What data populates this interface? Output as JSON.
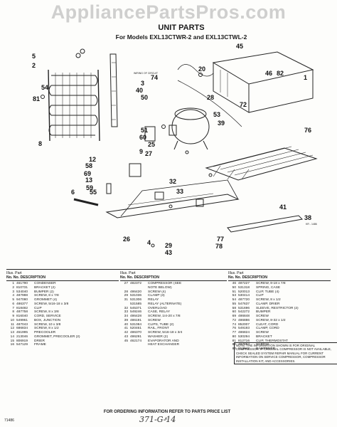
{
  "watermark": "AppliancePartsPros.com",
  "title": "UNIT PARTS",
  "subtitle": "For Models EXL13CTWR-2 and EXL13CTWL-2",
  "diagram": {
    "callouts": [
      "45",
      "5",
      "2",
      "20",
      "46",
      "82",
      "1",
      "74",
      "3",
      "40",
      "54",
      "50",
      "28",
      "72",
      "81",
      "53",
      "39",
      "76",
      "51",
      "60",
      "25",
      "9",
      "8",
      "27",
      "12",
      "58",
      "69",
      "13",
      "59",
      "55",
      "6",
      "32",
      "33",
      "41",
      "38",
      "26",
      "77",
      "78",
      "29",
      "43",
      "42",
      "4"
    ],
    "wiring_label": "WIRING OF CIRCUIT",
    "part_ref": "KR - 1486"
  },
  "table": {
    "header_top": "Illus. Part",
    "header_no": "No.",
    "header_part": "No.",
    "header_desc": "DESCRIPTION",
    "columns": [
      [
        [
          "1",
          "461790",
          "CONDENSER"
        ],
        [
          "2",
          "810731",
          "BRACKET (2)"
        ],
        [
          "3",
          "534040",
          "BUMPER (2)"
        ],
        [
          "4",
          "487988",
          "SCREW, 8 x 7/8"
        ],
        [
          "5",
          "947080",
          "GROMMET (4)"
        ],
        [
          "6",
          "486377",
          "SCREW, 5/16-18 x 3/8"
        ],
        [
          "7",
          "818482",
          "CLIP"
        ],
        [
          "8",
          "487758",
          "SCREW, 8 x 3/8"
        ],
        [
          "9",
          "816040",
          "CORD, SERVICE"
        ],
        [
          "10",
          "549961",
          "BOX, JUNCTION"
        ],
        [
          "11",
          "487043",
          "SCREW, 10 x 3/8"
        ],
        [
          "12",
          "686834",
          "SCREW, 8 x 1/2"
        ],
        [
          "13",
          "451995",
          "PRECOOLER"
        ],
        [
          "14",
          "213046",
          "GROMMET, PRECOOLER (2)"
        ],
        [
          "15",
          "806919",
          "DRIER"
        ],
        [
          "16",
          "547129",
          "FRAME"
        ]
      ],
      [
        [
          "27",
          "482372",
          "COMPRESSOR (SEE"
        ],
        [
          "",
          "",
          "NOTE BELOW)"
        ],
        [
          "28",
          "486420",
          "SCREW (4)"
        ],
        [
          "29",
          "531036",
          "CLAMP (3)"
        ],
        [
          "31",
          "531306",
          "RELAY"
        ],
        [
          "",
          "531585",
          "RELAY (ALTERNATE)"
        ],
        [
          "32",
          "545371",
          "OVERLOAD"
        ],
        [
          "33",
          "549246",
          "CASE, RELAY"
        ],
        [
          "34",
          "486428",
          "SCREW, 1/4-20 x 7/8"
        ],
        [
          "39",
          "486191",
          "SCREW"
        ],
        [
          "40",
          "531084",
          "CLIPS, TUBE (2)"
        ],
        [
          "41",
          "520461",
          "RAIL, FRONT"
        ],
        [
          "42",
          "486370",
          "SCREW, 5/16-18 x 3/4"
        ],
        [
          "43",
          "486291",
          "WASHER (2)"
        ],
        [
          "45",
          "462174",
          "EVAPORATOR AND"
        ],
        [
          "",
          "",
          "HEAT EXCHANGER"
        ]
      ],
      [
        [
          "46",
          "487227",
          "SCREW, 8-18 x 7/8"
        ],
        [
          "50",
          "531318",
          "SPRING, CASE"
        ],
        [
          "51",
          "520013",
          "CLIP, TUBE (4)"
        ],
        [
          "53",
          "530414",
          "CLIP"
        ],
        [
          "54",
          "487720",
          "SCREW, 8 x 1/2"
        ],
        [
          "55",
          "547637",
          "CLAMP, DRIER"
        ],
        [
          "58",
          "531696",
          "SLEEVE, RESTRICTOR (2)"
        ],
        [
          "60",
          "542272",
          "BUMPER"
        ],
        [
          "69",
          "486848",
          "SCREW"
        ],
        [
          "72",
          "486886",
          "SCREW, 8-32 x 1/2"
        ],
        [
          "74",
          "852007",
          "CLEAT, CORD"
        ],
        [
          "76",
          "549193",
          "CLAMP, CORD"
        ],
        [
          "77",
          "486824",
          "SCREW"
        ],
        [
          "80",
          "530294",
          "BRACKET"
        ],
        [
          "81",
          "812716",
          "CLIP, THERMOSTAT"
        ],
        [
          "82",
          "487884",
          "SCREW"
        ],
        [
          "83",
          "813942",
          "DAMPENER"
        ]
      ]
    ],
    "note": "NOTE: THE INFORMATION SHOWN IS FOR ORIGINAL COMPRESSOR. IF ORIGINAL COMPRESSOR IS NOT AVAILABLE, CHECK SEALED SYSTEM REPAIR MANUAL FOR CURRENT INFORMATION ON SERVICE COMPRESSOR, COMPRESSOR INSTALLATION KIT, AND ACCESSORIES."
  },
  "footer": {
    "ordering": "FOR ORDERING INFORMATION REFER TO PARTS PRICE LIST",
    "page": "4",
    "form": "71486",
    "handwritten": "371-G-14"
  }
}
